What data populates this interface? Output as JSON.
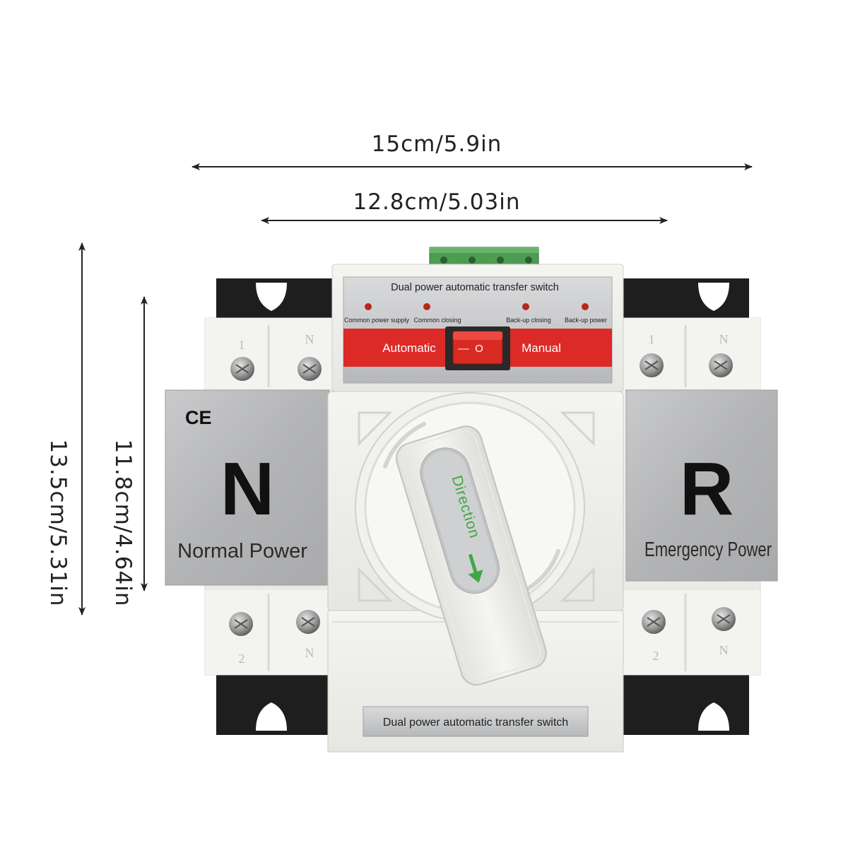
{
  "dimensions": {
    "overall_width": "15cm/5.9in",
    "body_width": "12.8cm/5.03in",
    "overall_height": "13.5cm/5.31in",
    "body_height": "11.8cm/4.64in"
  },
  "top_panel": {
    "title": "Dual power automatic transfer switch",
    "indicators": [
      "Common power supply",
      "Common closing",
      "Back-up closing",
      "Back-up power"
    ],
    "mode_left": "Automatic",
    "mode_right": "Manual",
    "rocker_left_symbol": "—",
    "rocker_right_symbol": "O"
  },
  "left_plate": {
    "ce_mark": "CE",
    "letter": "N",
    "label": "Normal Power",
    "terminals_top": [
      "1",
      "N"
    ],
    "terminals_bottom": [
      "2",
      "N"
    ]
  },
  "right_plate": {
    "letter": "R",
    "label": "Emergency Power",
    "terminals_top": [
      "1",
      "N"
    ],
    "terminals_bottom": [
      "2",
      "N"
    ]
  },
  "handle": {
    "label": "Direction"
  },
  "bottom_label": "Dual power automatic transfer switch",
  "colors": {
    "body": "#efefeb",
    "bracket": "#1e1e1e",
    "red_panel": "#dc2a26",
    "plate": "#b8b9bb",
    "green": "#3fa843",
    "led": "#b8261c"
  }
}
